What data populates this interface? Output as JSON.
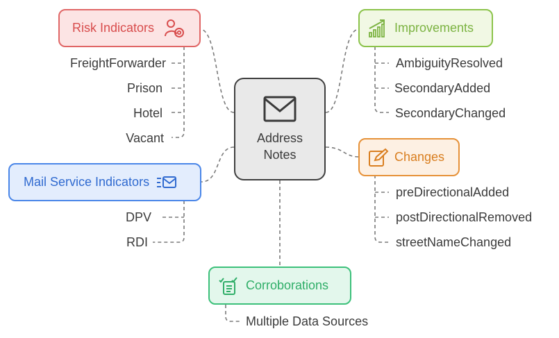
{
  "center": {
    "label": "Address Notes",
    "icon": "envelope-icon"
  },
  "risk": {
    "label": "Risk Indicators",
    "icon": "person-at-icon",
    "color": "#e06666",
    "fill": "#fce4e4",
    "items": [
      "FreightForwarder",
      "Prison",
      "Hotel",
      "Vacant"
    ]
  },
  "mail": {
    "label": "Mail Service Indicators",
    "icon": "mail-list-icon",
    "color": "#4a86e8",
    "fill": "#e3edfd",
    "items": [
      "DPV",
      "RDI"
    ]
  },
  "improvements": {
    "label": "Improvements",
    "icon": "growth-chart-icon",
    "color": "#8bc34a",
    "fill": "#f1f8e4",
    "items": [
      "AmbiguityResolved",
      "SecondaryAdded",
      "SecondaryChanged"
    ]
  },
  "changes": {
    "label": "Changes",
    "icon": "edit-icon",
    "color": "#e69138",
    "fill": "#fdf0e3",
    "items": [
      "preDirectionalAdded",
      "postDirectionalRemoved",
      "streetNameChanged"
    ]
  },
  "corroborations": {
    "label": "Corroborations",
    "icon": "checklist-icon",
    "color": "#3cc07a",
    "fill": "#e3f7ec",
    "items": [
      "Multiple Data Sources"
    ]
  }
}
